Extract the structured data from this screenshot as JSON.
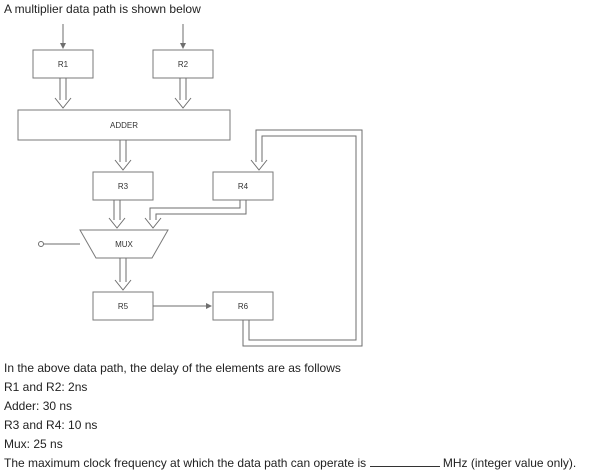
{
  "question": {
    "intro": "A multiplier data path is shown below",
    "delays_intro": "In the above data path, the delay of the elements are as follows",
    "delays": [
      "R1 and R2: 2ns",
      "Adder: 30 ns",
      "R3 and R4: 10 ns",
      "Mux: 25 ns"
    ],
    "prompt_before_blank": "The maximum clock frequency at which the data path can operate is",
    "prompt_after_blank": "MHz (integer value only)."
  },
  "diagram": {
    "r1_label": "R1",
    "r2_label": "R2",
    "adder_label": "ADDER",
    "r3_label": "R3",
    "r4_label": "R4",
    "mux_label": "MUX",
    "r5_label": "R5",
    "r6_label": "R6"
  },
  "colors": {
    "stroke": "#7a7a7a",
    "text": "#222222"
  }
}
